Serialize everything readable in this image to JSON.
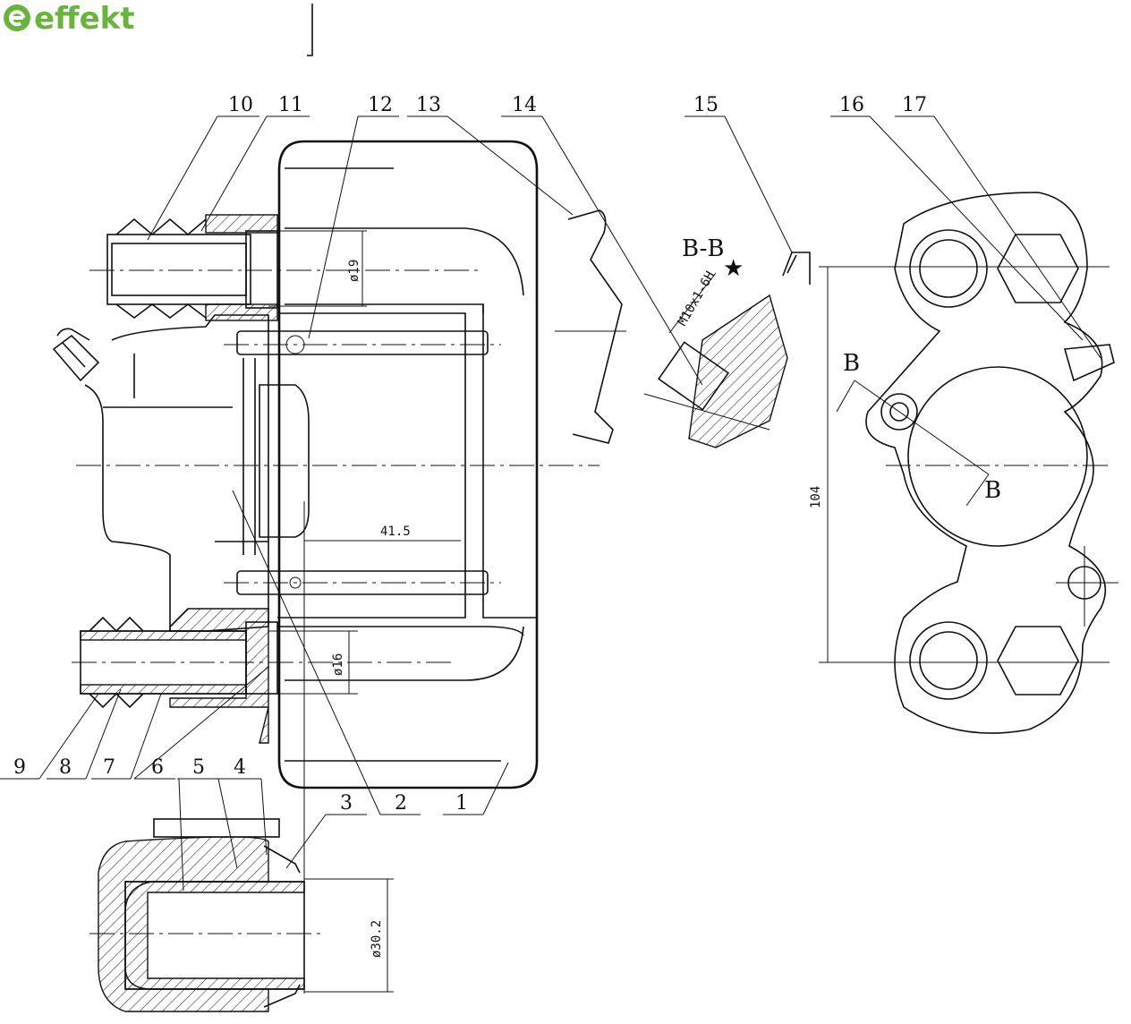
{
  "logo": {
    "text": "effekt",
    "color": "#6ab33e"
  },
  "part_labels": {
    "p1": "1",
    "p2": "2",
    "p3": "3",
    "p4": "4",
    "p5": "5",
    "p6": "6",
    "p7": "7",
    "p8": "8",
    "p9": "9",
    "p10": "10",
    "p11": "11",
    "p12": "12",
    "p13": "13",
    "p14": "14",
    "p15": "15",
    "p16": "16",
    "p17": "17"
  },
  "dimensions": {
    "d19": "ø19",
    "d41_5": "41.5",
    "d16": "ø16",
    "d104": "104",
    "d30_2": "ø30.2",
    "thread": "M10x1-6H"
  },
  "section": {
    "title": "B-B",
    "mark_top": "B",
    "mark_bottom": "B",
    "star": "★"
  }
}
